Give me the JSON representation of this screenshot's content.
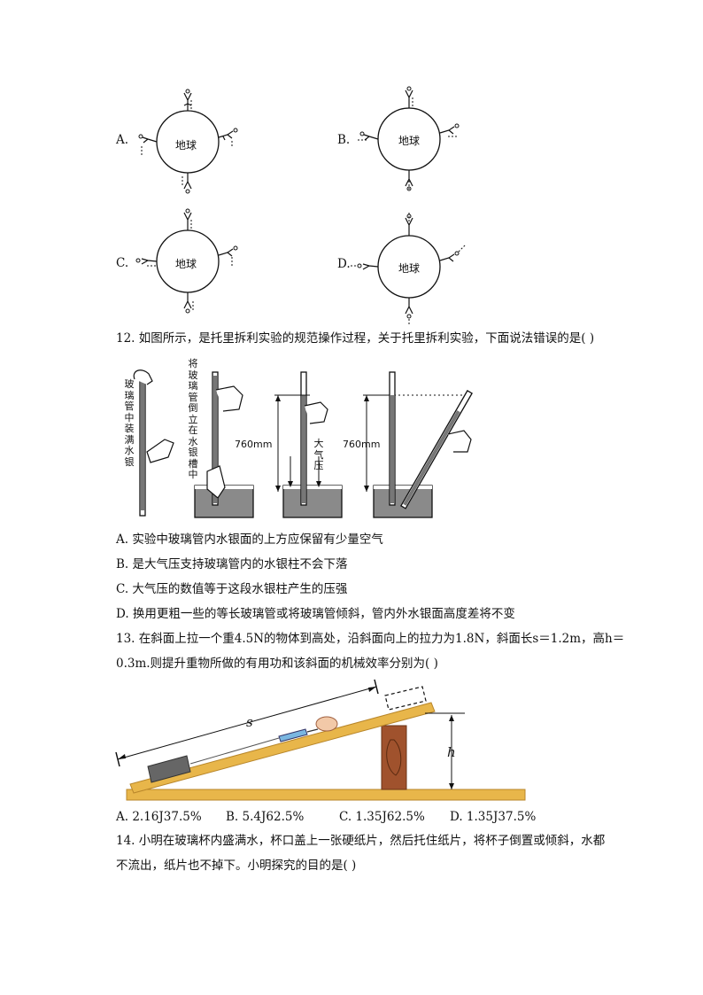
{
  "q11": {
    "options": [
      {
        "letter": "A.",
        "earth": "地球"
      },
      {
        "letter": "B.",
        "earth": "地球"
      },
      {
        "letter": "C.",
        "earth": "地球"
      },
      {
        "letter": "D.",
        "earth": "地球"
      }
    ]
  },
  "q12": {
    "stem": "12. 如图所示，是托里拆利实验的规范操作过程，关于托里拆利实验，下面说法错误的是(    )",
    "fig": {
      "label_fill": "玻璃管中装满水银",
      "label_invert": "将玻璃管倒立在水银槽中",
      "len1": "760mm",
      "pressure": "大气压",
      "len2": "760mm"
    },
    "options": [
      "A.  实验中玻璃管内水银面的上方应保留有少量空气",
      "B.  是大气压支持玻璃管内的水银柱不会下落",
      "C.  大气压的数值等于这段水银柱产生的压强",
      "D.  换用更粗一些的等长玻璃管或将玻璃管倾斜，管内外水银面高度差将不变"
    ]
  },
  "q13": {
    "stem_line1": "13. 在斜面上拉一个重4.5N的物体到高处，沿斜面向上的拉力为1.8N，斜面长s＝1.2m，高h＝",
    "stem_line2": "0.3m.则提升重物所做的有用功和该斜面的机械效率分别为(    )",
    "fig": {
      "s_label": "s",
      "h_label": "h"
    },
    "options": [
      "A.  2.16J37.5%",
      "B.  5.4J62.5%",
      "C.  1.35J62.5%",
      "D.  1.35J37.5%"
    ]
  },
  "q14": {
    "stem_line1": "14. 小明在玻璃杯内盛满水，杯口盖上一张硬纸片，然后托住纸片，将杯子倒置或倾斜，水都",
    "stem_line2": "不流出，纸片也不掉下。小明探究的目的是(    )"
  }
}
